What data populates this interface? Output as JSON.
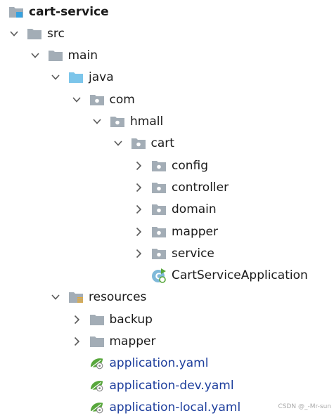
{
  "colors": {
    "folder": "#a3adb6",
    "source_folder": "#7cc5ea",
    "module_badge": "#36a2e0",
    "resource_bars": "#e3a93a",
    "spring_green": "#58a73c",
    "text": "#1b1b1b",
    "yaml_text": "#1c3d9c"
  },
  "tree": [
    {
      "label": "cart-service",
      "depth": 0,
      "arrow": "none",
      "icon": "module-folder-icon",
      "bold": true
    },
    {
      "label": "src",
      "depth": 0,
      "arrow": "expanded",
      "icon": "folder-icon"
    },
    {
      "label": "main",
      "depth": 1,
      "arrow": "expanded",
      "icon": "folder-icon"
    },
    {
      "label": "java",
      "depth": 2,
      "arrow": "expanded",
      "icon": "source-folder-icon"
    },
    {
      "label": "com",
      "depth": 3,
      "arrow": "expanded",
      "icon": "package-icon"
    },
    {
      "label": "hmall",
      "depth": 4,
      "arrow": "expanded",
      "icon": "package-icon"
    },
    {
      "label": "cart",
      "depth": 5,
      "arrow": "expanded",
      "icon": "package-icon"
    },
    {
      "label": "config",
      "depth": 6,
      "arrow": "collapsed",
      "icon": "package-icon"
    },
    {
      "label": "controller",
      "depth": 6,
      "arrow": "collapsed",
      "icon": "package-icon"
    },
    {
      "label": "domain",
      "depth": 6,
      "arrow": "collapsed",
      "icon": "package-icon"
    },
    {
      "label": "mapper",
      "depth": 6,
      "arrow": "collapsed",
      "icon": "package-icon"
    },
    {
      "label": "service",
      "depth": 6,
      "arrow": "collapsed",
      "icon": "package-icon"
    },
    {
      "label": "CartServiceApplication",
      "depth": 6,
      "arrow": "none",
      "icon": "spring-boot-class-icon"
    },
    {
      "label": "resources",
      "depth": 2,
      "arrow": "expanded",
      "icon": "resources-folder-icon"
    },
    {
      "label": "backup",
      "depth": 3,
      "arrow": "collapsed",
      "icon": "folder-icon"
    },
    {
      "label": "mapper",
      "depth": 3,
      "arrow": "collapsed",
      "icon": "folder-icon"
    },
    {
      "label": "application.yaml",
      "depth": 3,
      "arrow": "none",
      "icon": "spring-yaml-icon",
      "link": true
    },
    {
      "label": "application-dev.yaml",
      "depth": 3,
      "arrow": "none",
      "icon": "spring-yaml-icon",
      "link": true
    },
    {
      "label": "application-local.yaml",
      "depth": 3,
      "arrow": "none",
      "icon": "spring-yaml-icon",
      "link": true
    }
  ],
  "watermark": "CSDN @_-Mr-sun"
}
